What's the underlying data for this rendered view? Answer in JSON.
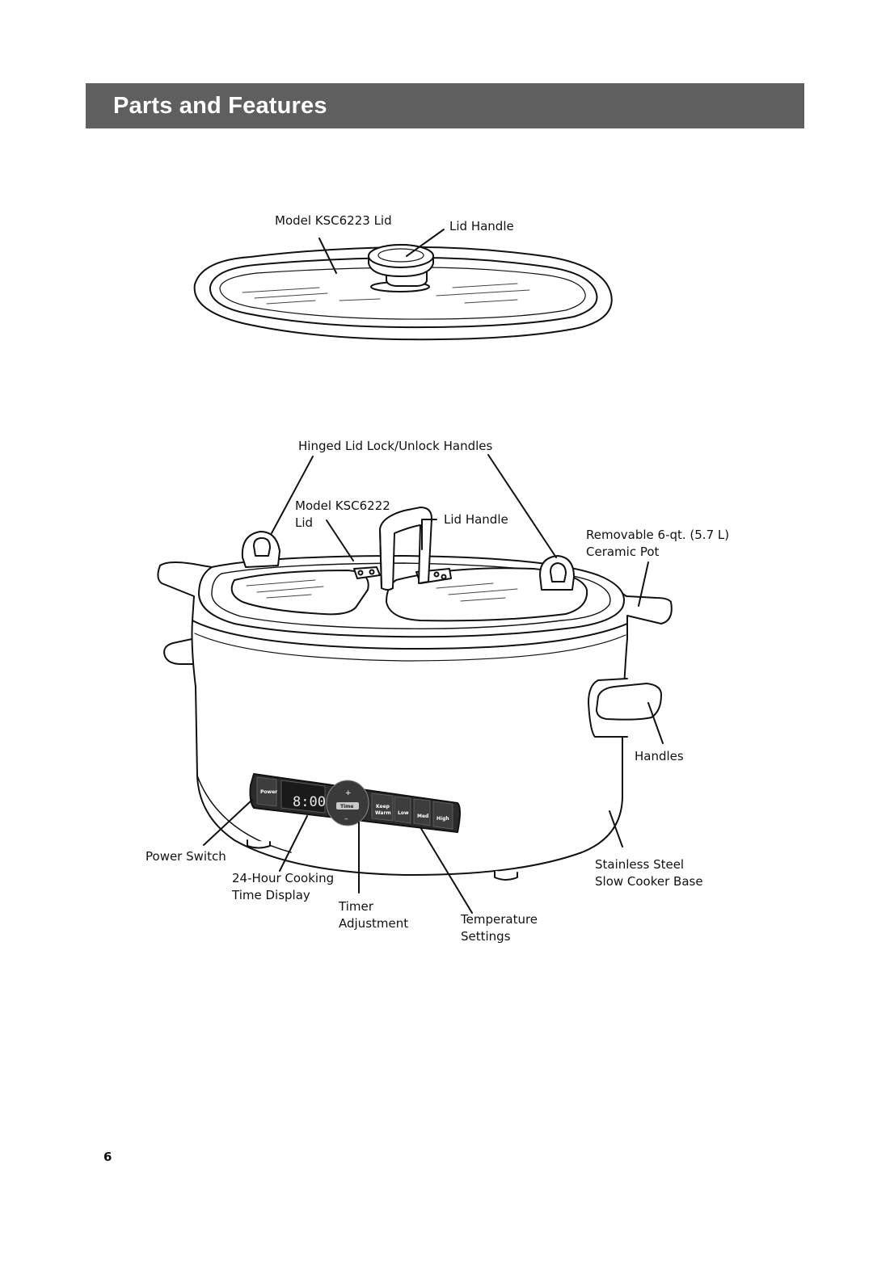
{
  "header": {
    "title": "Parts and Features"
  },
  "labels": {
    "ksc6223_lid": "Model KSC6223 Lid",
    "ksc6223_lid_handle": "Lid Handle",
    "hinged_lid_handles": "Hinged Lid Lock/Unlock Handles",
    "ksc6222_lid_line1": "Model KSC6222",
    "ksc6222_lid_line2": "Lid",
    "ksc6222_lid_handle": "Lid Handle",
    "ceramic_pot_line1": "Removable 6-qt. (5.7 L)",
    "ceramic_pot_line2": "Ceramic Pot",
    "handles": "Handles",
    "power_switch": "Power Switch",
    "time_display_line1": "24-Hour Cooking",
    "time_display_line2": "Time Display",
    "timer_line1": "Timer",
    "timer_line2": "Adjustment",
    "temperature_line1": "Temperature",
    "temperature_line2": "Settings",
    "base_line1": "Stainless Steel",
    "base_line2": "Slow Cooker Base"
  },
  "control_panel": {
    "power": "Power",
    "display": "8:00",
    "plus": "+",
    "time": "Time",
    "minus": "–",
    "keep": "Keep",
    "warm": "Warm",
    "low": "Low",
    "med": "Med",
    "high": "High"
  },
  "page_number": "6"
}
